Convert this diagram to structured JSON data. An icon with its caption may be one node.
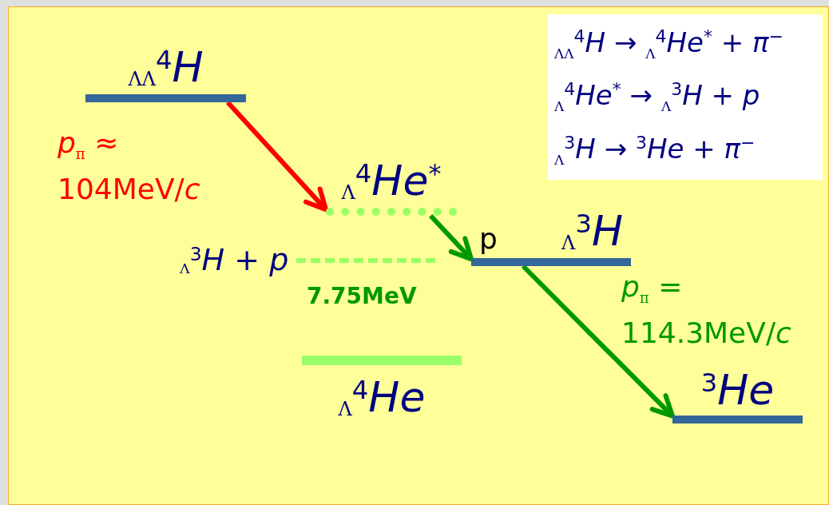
{
  "diagram": {
    "nodes": [
      {
        "text": [
          "$_{ΛΛ}$$^{4}$H"
        ]
      },
      {
        "text": [
          "$_{Λ}$$^{4}$He$^{*}$"
        ]
      },
      {
        "text": [
          "$_{Λ}$$^{3}$H + *p*"
        ],
        "beside": [
          "7.75MeV"
        ]
      },
      {
        "text": [
          "$_{Λ}$$^{3}$H"
        ]
      },
      {
        "text": [
          "$_{Λ}$$^{4}$He"
        ]
      },
      {
        "text": [
          "$^{3}$He"
        ]
      }
    ],
    "edges": [
      {
        "from": 0,
        "to": 1,
        "arrow": "to",
        "label": "*p*$_{π}$ ≈ 104MeV/*c*",
        "color": "#ff0000"
      },
      {
        "from": 1,
        "to": 3,
        "arrow": "to",
        "label": "p"
      },
      {
        "from": 3,
        "to": 5,
        "arrow": "to",
        "label": "*p*$_{π}$ = 114.3MeV/*c*"
      }
    ],
    "labels": [
      "$_{ΛΛ}$$^{4}$H → $_{Λ}$$^{4}$He$^{*}$ + π$^{−}$",
      "$_{Λ}$$^{4}$He$^{*}$ → $_{Λ}$$^{3}$H + p",
      "$_{Λ}$$^{3}$H → $^{3}$He + π$^{−}$"
    ]
  }
}
